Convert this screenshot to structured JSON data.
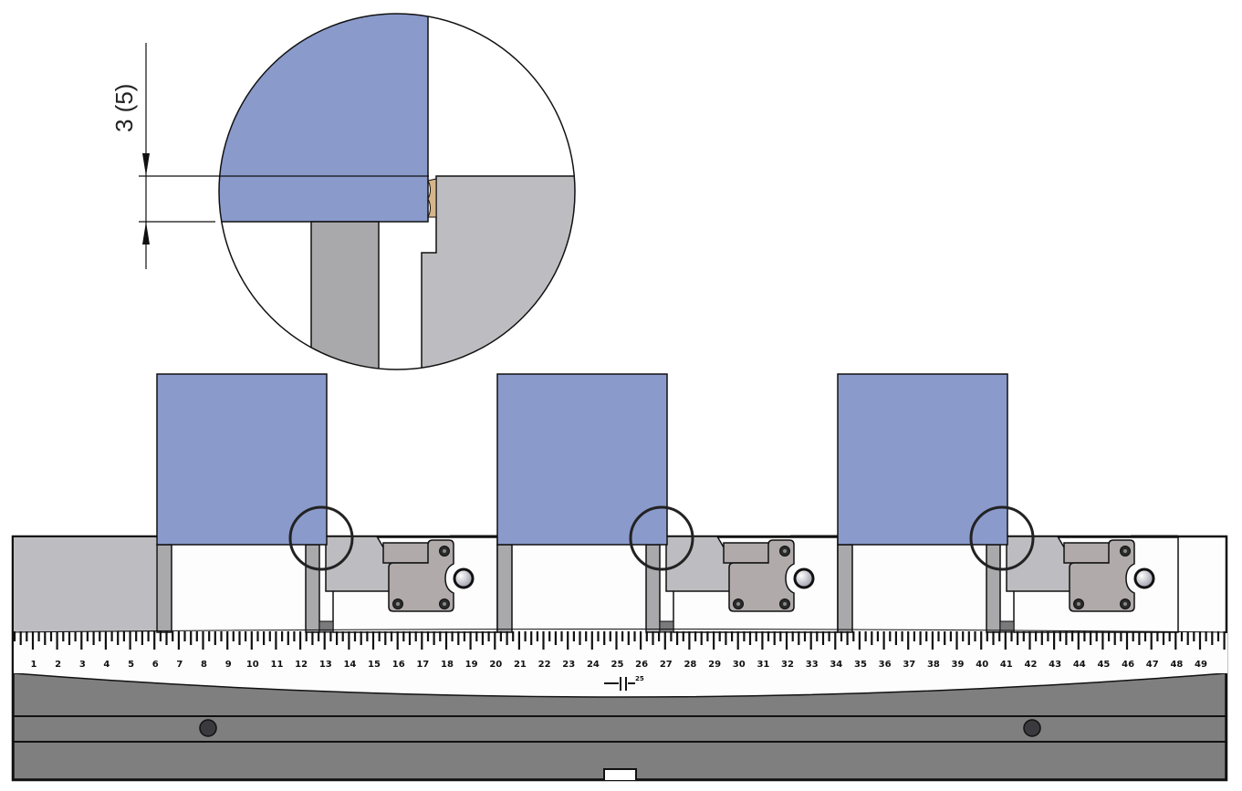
{
  "detail": {
    "dimension_label": "3 (5)"
  },
  "ruler": {
    "labels": [
      "1",
      "2",
      "3",
      "4",
      "5",
      "6",
      "7",
      "8",
      "9",
      "10",
      "11",
      "12",
      "13",
      "14",
      "15",
      "16",
      "17",
      "18",
      "19",
      "20",
      "21",
      "22",
      "23",
      "24",
      "25",
      "26",
      "27",
      "28",
      "29",
      "30",
      "31",
      "32",
      "33",
      "34",
      "35",
      "36",
      "37",
      "38",
      "39",
      "40",
      "41",
      "42",
      "43",
      "44",
      "45",
      "46",
      "47",
      "48",
      "49"
    ],
    "symbol_label": "→||←",
    "symbol_superscript": "25"
  },
  "colors": {
    "workpiece": "#8a9acb",
    "base": "#7f7f7f",
    "light_gray": "#bdbdc1",
    "jaw_dark": "#b0aaab",
    "post": "#a9a9ab",
    "seal": "#d6b58a"
  },
  "clamp_units": 3
}
